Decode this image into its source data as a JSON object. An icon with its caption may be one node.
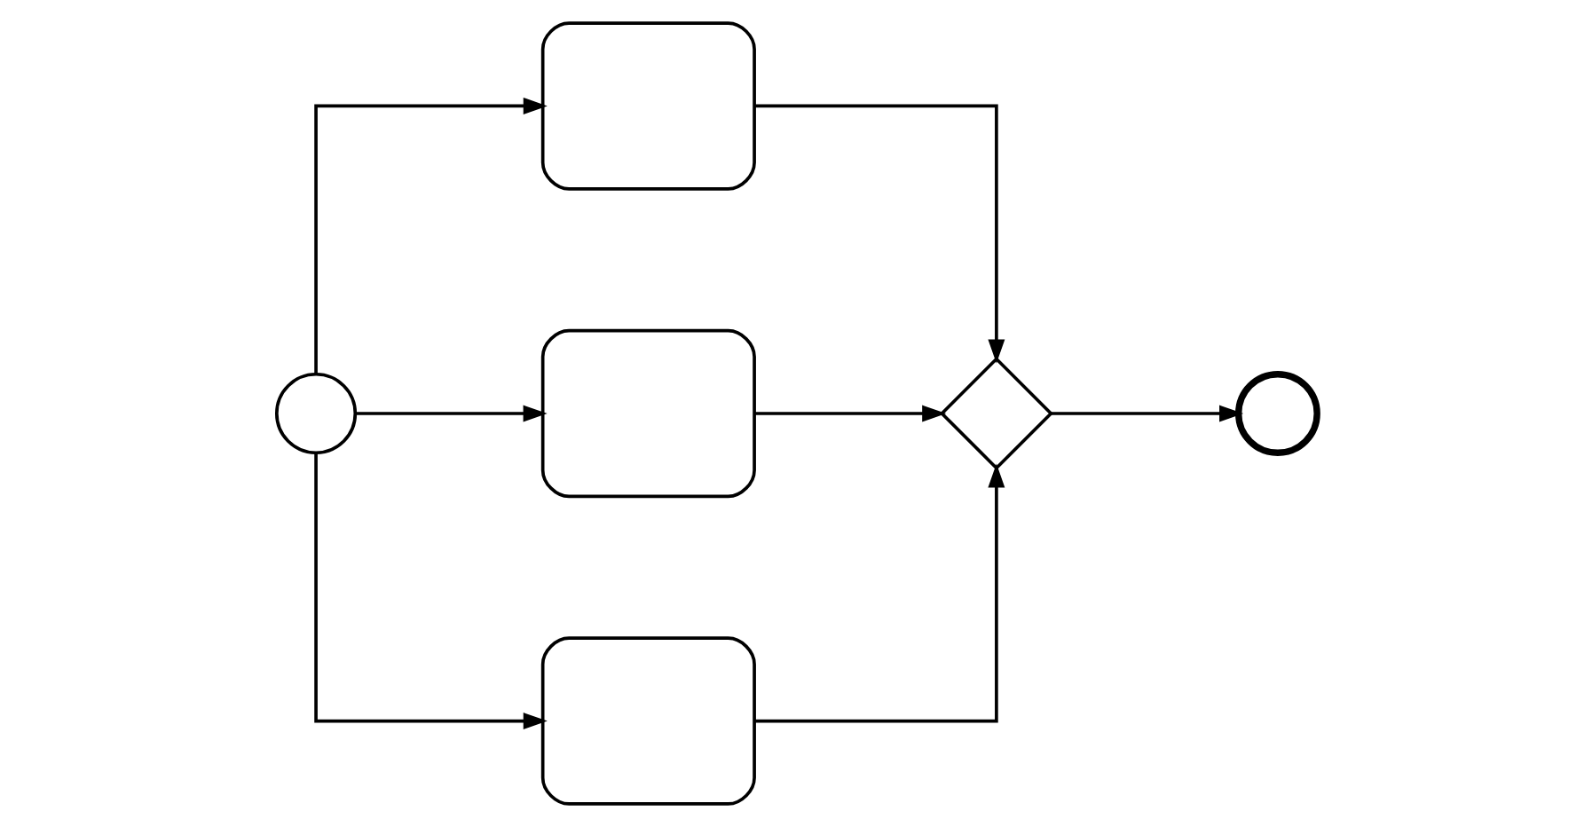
{
  "diagram": {
    "nodes": [
      {
        "text": [],
        "shape": "circle"
      },
      {
        "text": [],
        "shape": "box"
      },
      {
        "text": [],
        "shape": "box"
      },
      {
        "text": [],
        "shape": "box"
      },
      {
        "text": [],
        "shape": "diamond"
      },
      {
        "text": [],
        "shape": "circle"
      }
    ],
    "edges": [
      {
        "from": 0,
        "to": 1,
        "arrow": "to"
      },
      {
        "from": 0,
        "to": 2,
        "arrow": "to"
      },
      {
        "from": 0,
        "to": 3,
        "arrow": "to"
      },
      {
        "from": 1,
        "to": 4,
        "arrow": "to"
      },
      {
        "from": 2,
        "to": 4,
        "arrow": "to"
      },
      {
        "from": 3,
        "to": 4,
        "arrow": "to"
      },
      {
        "from": 4,
        "to": 5,
        "arrow": "to"
      }
    ]
  }
}
